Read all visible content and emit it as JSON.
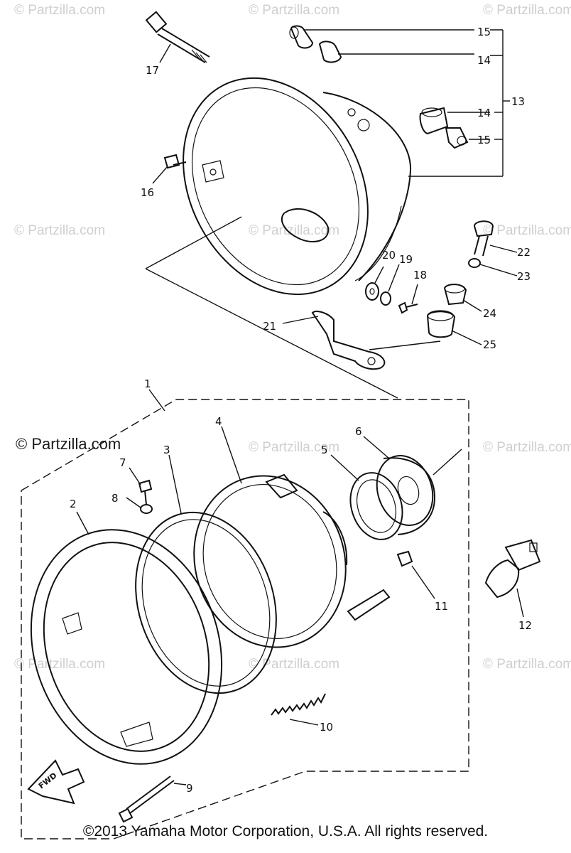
{
  "watermark_text": "© Partzilla.com",
  "brand_label": "© Partzilla.com",
  "copyright": "©2013 Yamaha Motor Corporation, U.S.A. All rights reserved.",
  "fwd_label": "FWD",
  "callouts": [
    "1",
    "2",
    "3",
    "4",
    "5",
    "6",
    "7",
    "8",
    "9",
    "10",
    "11",
    "12",
    "13",
    "14",
    "14",
    "15",
    "15",
    "16",
    "17",
    "18",
    "19",
    "20",
    "21",
    "22",
    "23",
    "24",
    "25"
  ]
}
